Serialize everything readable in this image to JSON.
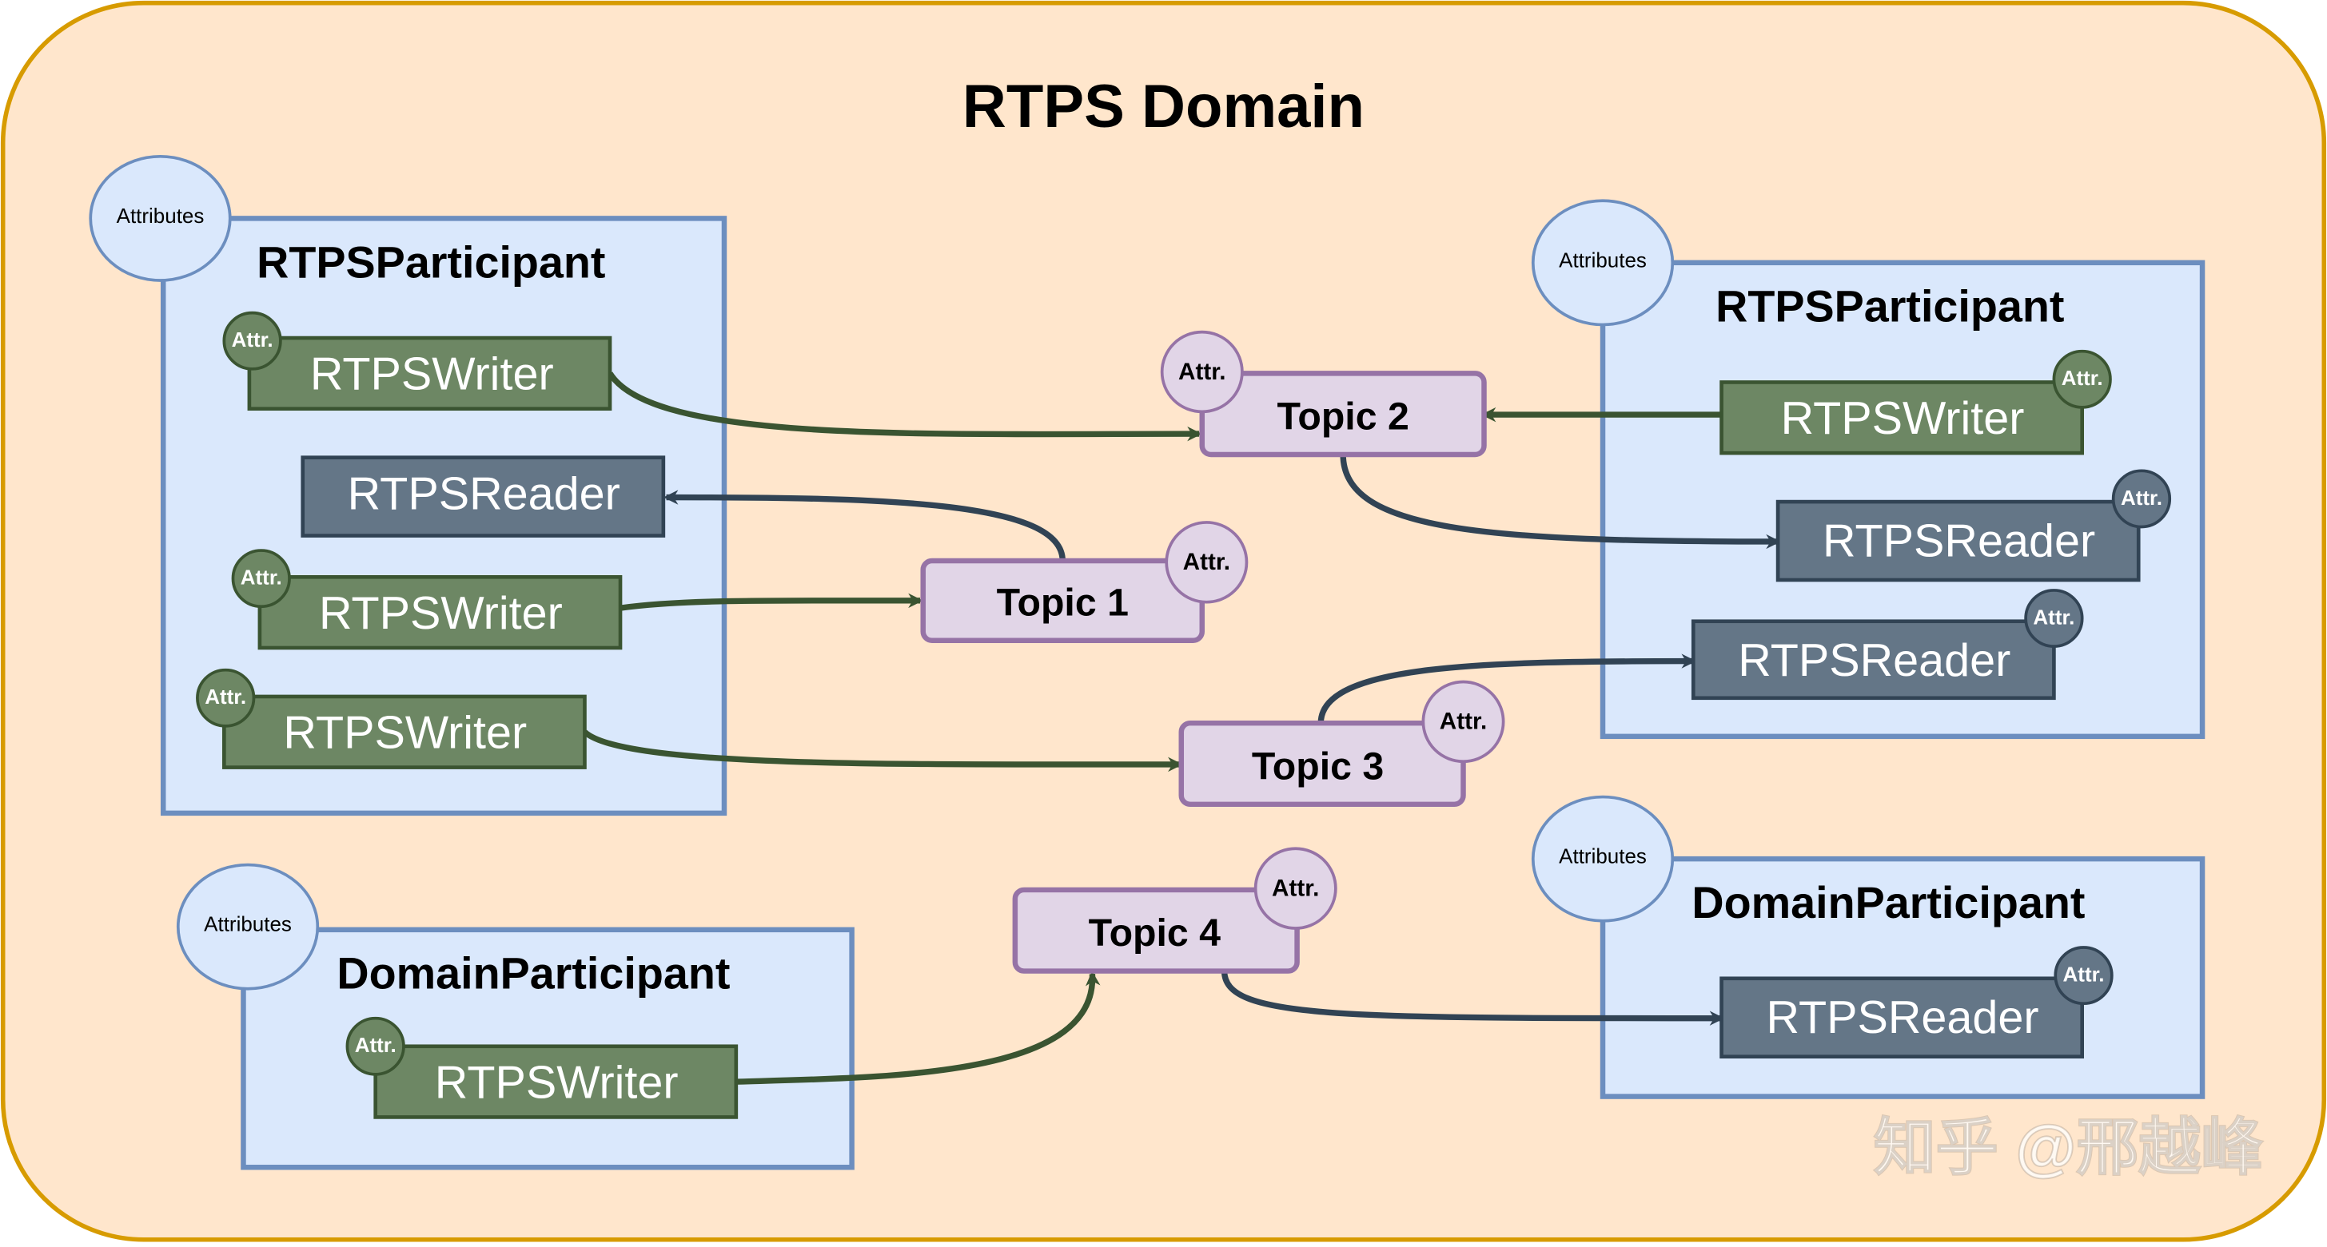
{
  "diagram": {
    "title": "RTPS Domain",
    "colors": {
      "domain_fill": "#ffe6cc",
      "domain_stroke": "#d79b00",
      "participant_fill": "#dae8fc",
      "participant_stroke": "#6c8ebf",
      "writer_fill": "#6d8764",
      "writer_stroke": "#3a5431",
      "reader_fill": "#647687",
      "reader_stroke": "#314354",
      "topic_fill": "#e1d5e7",
      "topic_stroke": "#9673a6",
      "writer_arrow": "#3a5431",
      "reader_arrow": "#314354"
    },
    "participants": [
      {
        "name": "RTPSParticipant",
        "attributes": "Attributes"
      },
      {
        "name": "RTPSParticipant",
        "attributes": "Attributes"
      },
      {
        "name": "DomainParticipant",
        "attributes": "Attributes"
      },
      {
        "name": "DomainParticipant",
        "attributes": "Attributes"
      }
    ],
    "endpoints": [
      {
        "label": "RTPSWriter",
        "kind": "writer",
        "attr": "Attr."
      },
      {
        "label": "RTPSReader",
        "kind": "reader",
        "attr": ""
      },
      {
        "label": "RTPSWriter",
        "kind": "writer",
        "attr": "Attr."
      },
      {
        "label": "RTPSWriter",
        "kind": "writer",
        "attr": "Attr."
      },
      {
        "label": "RTPSWriter",
        "kind": "writer",
        "attr": "Attr."
      },
      {
        "label": "RTPSReader",
        "kind": "reader",
        "attr": "Attr."
      },
      {
        "label": "RTPSReader",
        "kind": "reader",
        "attr": "Attr."
      },
      {
        "label": "RTPSWriter",
        "kind": "writer",
        "attr": "Attr."
      },
      {
        "label": "RTPSReader",
        "kind": "reader",
        "attr": "Attr."
      }
    ],
    "topics": [
      {
        "label": "Topic 1",
        "attr": "Attr."
      },
      {
        "label": "Topic 2",
        "attr": "Attr."
      },
      {
        "label": "Topic 3",
        "attr": "Attr."
      },
      {
        "label": "Topic 4",
        "attr": "Attr."
      }
    ],
    "watermark": "知乎 @邢越峰"
  }
}
